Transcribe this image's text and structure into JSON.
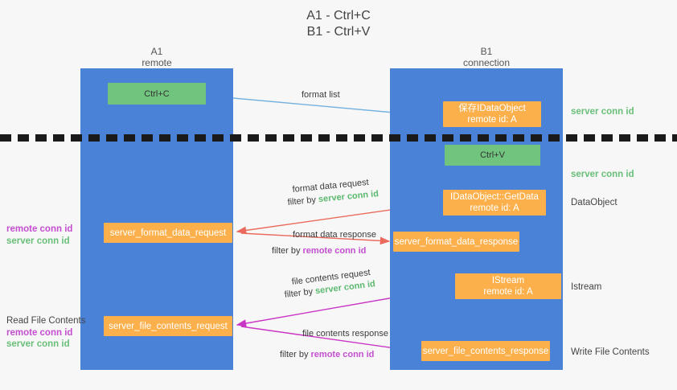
{
  "title": {
    "line1": "A1 - Ctrl+C",
    "line2": "B1 - Ctrl+V"
  },
  "lanes": [
    {
      "id": "a1",
      "name": "A1",
      "subtitle": "remote"
    },
    {
      "id": "b1",
      "name": "B1",
      "subtitle": "connection"
    }
  ],
  "nodes": {
    "ctrl_c": {
      "line1": "Ctrl+C",
      "line2": ""
    },
    "save_idataobject": {
      "line1": "保存IDataObject",
      "line2": "remote id: A"
    },
    "ctrl_v": {
      "line1": "Ctrl+V",
      "line2": ""
    },
    "getdata": {
      "line1": "IDataObject::GetData",
      "line2": "remote id: A"
    },
    "server_format_data_request": {
      "line1": "server_format_data_request",
      "line2": ""
    },
    "server_format_data_response": {
      "line1": "server_format_data_response",
      "line2": ""
    },
    "istream": {
      "line1": "IStream",
      "line2": "remote id: A"
    },
    "server_file_contents_request": {
      "line1": "server_file_contents_request",
      "line2": ""
    },
    "server_file_contents_response": {
      "line1": "server_file_contents_response",
      "line2": ""
    }
  },
  "edge_labels": {
    "format_list": "format list",
    "format_data_request": "format data request",
    "format_data_request_filter_prefix": "filter by ",
    "format_data_request_filter_value": "server conn id",
    "format_data_response": "format data response",
    "format_data_response_filter_prefix": "filter by ",
    "format_data_response_filter_value": "remote conn id",
    "file_contents_request": "file contents request",
    "file_contents_request_filter_prefix": "filter by ",
    "file_contents_request_filter_value": "server conn id",
    "file_contents_response": "file contents response",
    "file_contents_response_filter_prefix": "filter by ",
    "file_contents_response_filter_value": "remote conn id"
  },
  "right_notes": {
    "server_conn_id_top": "server conn id",
    "server_conn_id_mid": "server conn id",
    "dataobject": "DataObject",
    "istream": "Istream",
    "write_file_contents": "Write File Contents"
  },
  "left_notes": {
    "mid_remote": "remote conn id",
    "mid_server": "server conn id",
    "bottom_title": "Read File Contents",
    "bottom_remote": "remote conn id",
    "bottom_server": "server conn id"
  },
  "colors": {
    "lane_blue": "#4a82d8",
    "node_orange": "#fbb04c",
    "node_green": "#71c47d",
    "server_conn_green": "#5cb96f",
    "remote_conn_magenta": "#c44ed0",
    "arrow_blue": "#73b1e0",
    "arrow_red": "#ea6a5e",
    "arrow_magenta": "#c935c4",
    "arrow_black": "#000000",
    "background": "#f7f7f7",
    "divider_black": "#1a1a1a"
  }
}
